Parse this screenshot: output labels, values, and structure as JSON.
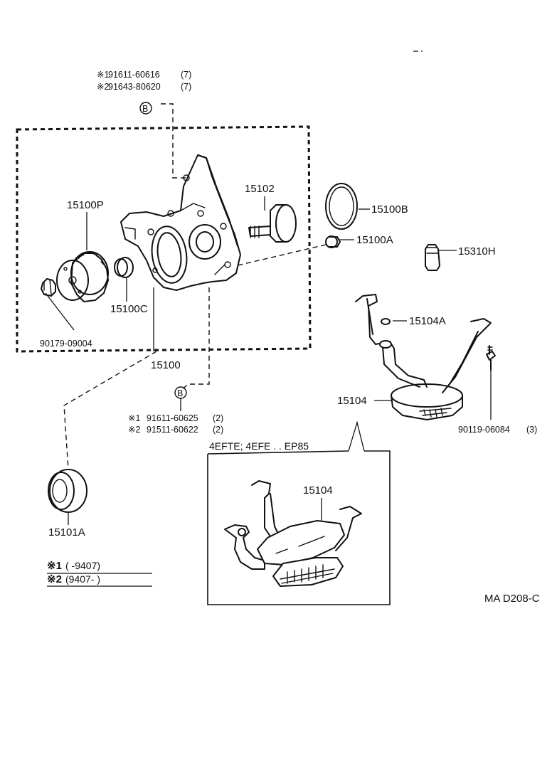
{
  "diagram": {
    "code": "MA D208-C",
    "bolt_group_top": {
      "marker": "B",
      "lines": [
        {
          "mark": "※1",
          "part": "91611-60616",
          "qty": "(7)"
        },
        {
          "mark": "※2",
          "part": "91643-80620",
          "qty": "(7)"
        }
      ]
    },
    "bolt_group_bottom": {
      "marker": "B",
      "lines": [
        {
          "mark": "※1",
          "part": "91611-60625",
          "qty": "(2)"
        },
        {
          "mark": "※2",
          "part": "91511-60622",
          "qty": "(2)"
        }
      ]
    },
    "parts": {
      "p15100P": "15100P",
      "p90179": "90179-09004",
      "p15100C": "15100C",
      "p15100": "15100",
      "p15102": "15102",
      "p15100B": "15100B",
      "p15100A": "15100A",
      "p15310H": "15310H",
      "p15104A": "15104A",
      "p15104": "15104",
      "p90119": "90119-06084",
      "p90119_qty": "(3)",
      "p15101A": "15101A",
      "p15104_inset": "15104"
    },
    "inset_title": "4EFTE; 4EFE . . EP85",
    "legend": [
      {
        "mark": "※1",
        "range": "(       -9407)"
      },
      {
        "mark": "※2",
        "range": "(9407-        )"
      }
    ]
  }
}
